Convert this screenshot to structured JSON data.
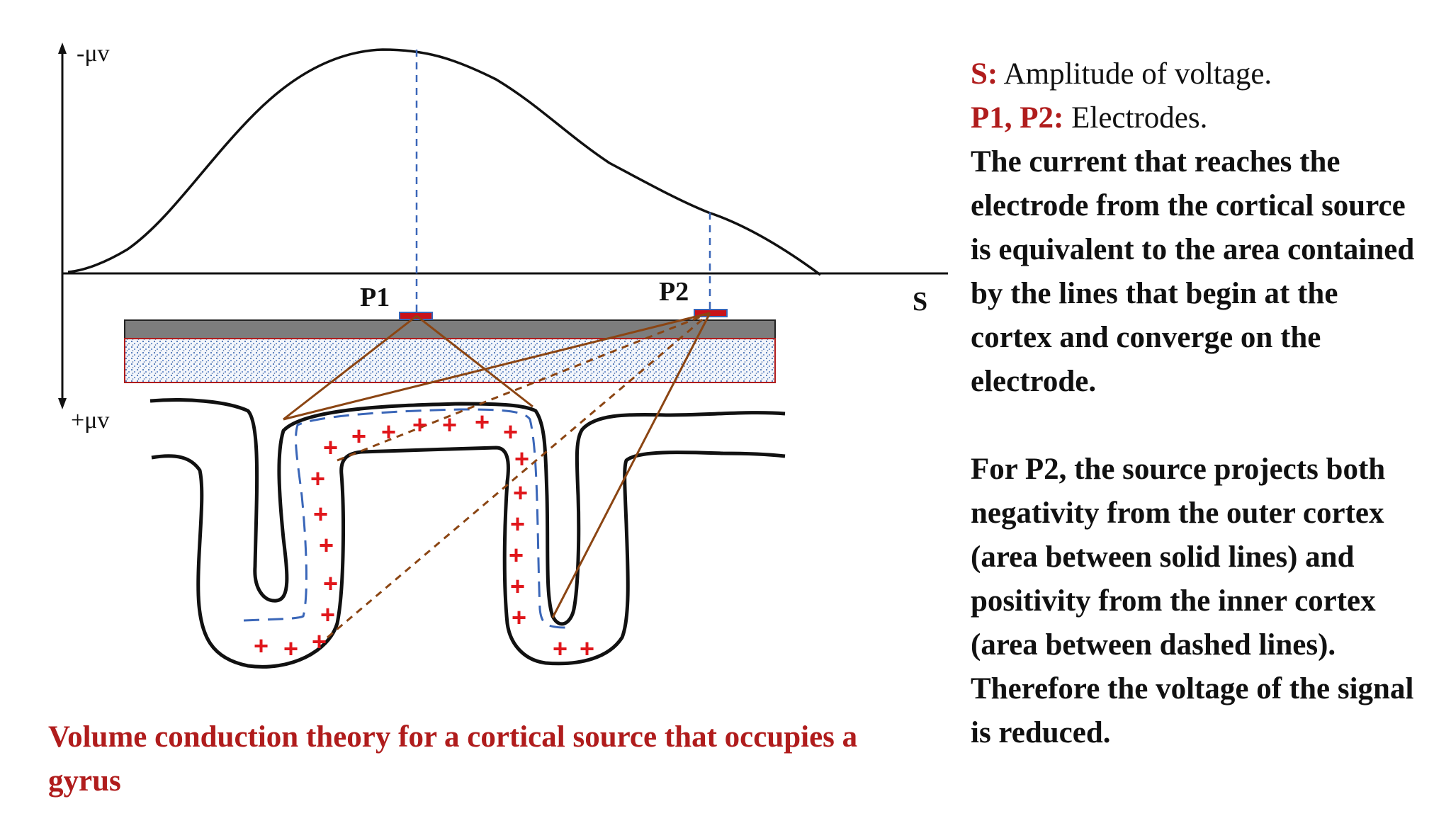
{
  "axes": {
    "y_top_label": "-μv",
    "y_bottom_label": "+μv",
    "x_label": "S"
  },
  "electrodes": [
    {
      "id": "p1",
      "label": "P1"
    },
    {
      "id": "p2",
      "label": "P2"
    }
  ],
  "explanation": {
    "line1_key": "S:",
    "line1_text": " Amplitude of voltage.",
    "line2_key": "P1, P2:",
    "line2_text": " Electrodes.",
    "paragraph1": "The current that reaches the electrode from the cortical source is equivalent to the area contained by the lines that begin at the cortex and converge on the electrode.",
    "paragraph2": "For P2, the source projects both negativity from the outer cortex (area between solid lines) and positivity from the inner cortex (area between dashed lines). Therefore the voltage of the signal is reduced."
  },
  "caption": "Volume conduction theory for a cortical source that occupies a gyrus",
  "colors": {
    "positive_sign": "#e0161b",
    "electrode": "#c8121a",
    "solid_lines": "#8b4513",
    "dashed_source": "#3a66b8",
    "caption": "#b01c1c"
  }
}
